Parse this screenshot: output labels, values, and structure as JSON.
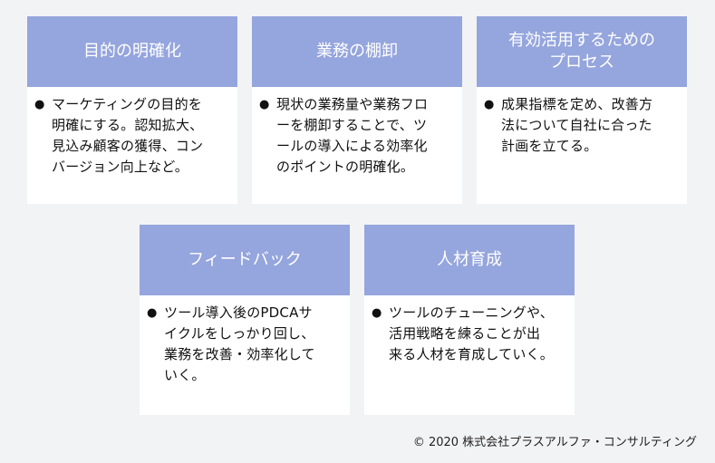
{
  "cards": [
    {
      "title": "目的の明確化",
      "bullet": "●",
      "text": "マーケティングの目的を\n明確にする。認知拡大、\n見込み顧客の獲得、コン\nバージョン向上など。"
    },
    {
      "title": "業務の棚卸",
      "bullet": "●",
      "text": "現状の業務量や業務フロ\nーを棚卸することで、ツ\nールの導入による効率化\nのポイントの明確化。"
    },
    {
      "title": "有効活用するための\nプロセス",
      "bullet": "●",
      "text": "成果指標を定め、改善方\n法について自社に合った\n計画を立てる。"
    },
    {
      "title": "フィードバック",
      "bullet": "●",
      "text": "ツール導入後のPDCAサ\nイクルをしっかり回し、\n業務を改善・効率化して\nいく。"
    },
    {
      "title": "人材育成",
      "bullet": "●",
      "text": "ツールのチューニングや、\n活用戦略を練ることが出\n来る人材を育成していく。"
    }
  ],
  "footer": {
    "copyright": "© 2020 株式会社プラスアルファ・コンサルティング"
  },
  "colors": {
    "header_bg": "#95a5dd",
    "page_bg": "#f2f3f5",
    "card_bg": "#ffffff"
  }
}
